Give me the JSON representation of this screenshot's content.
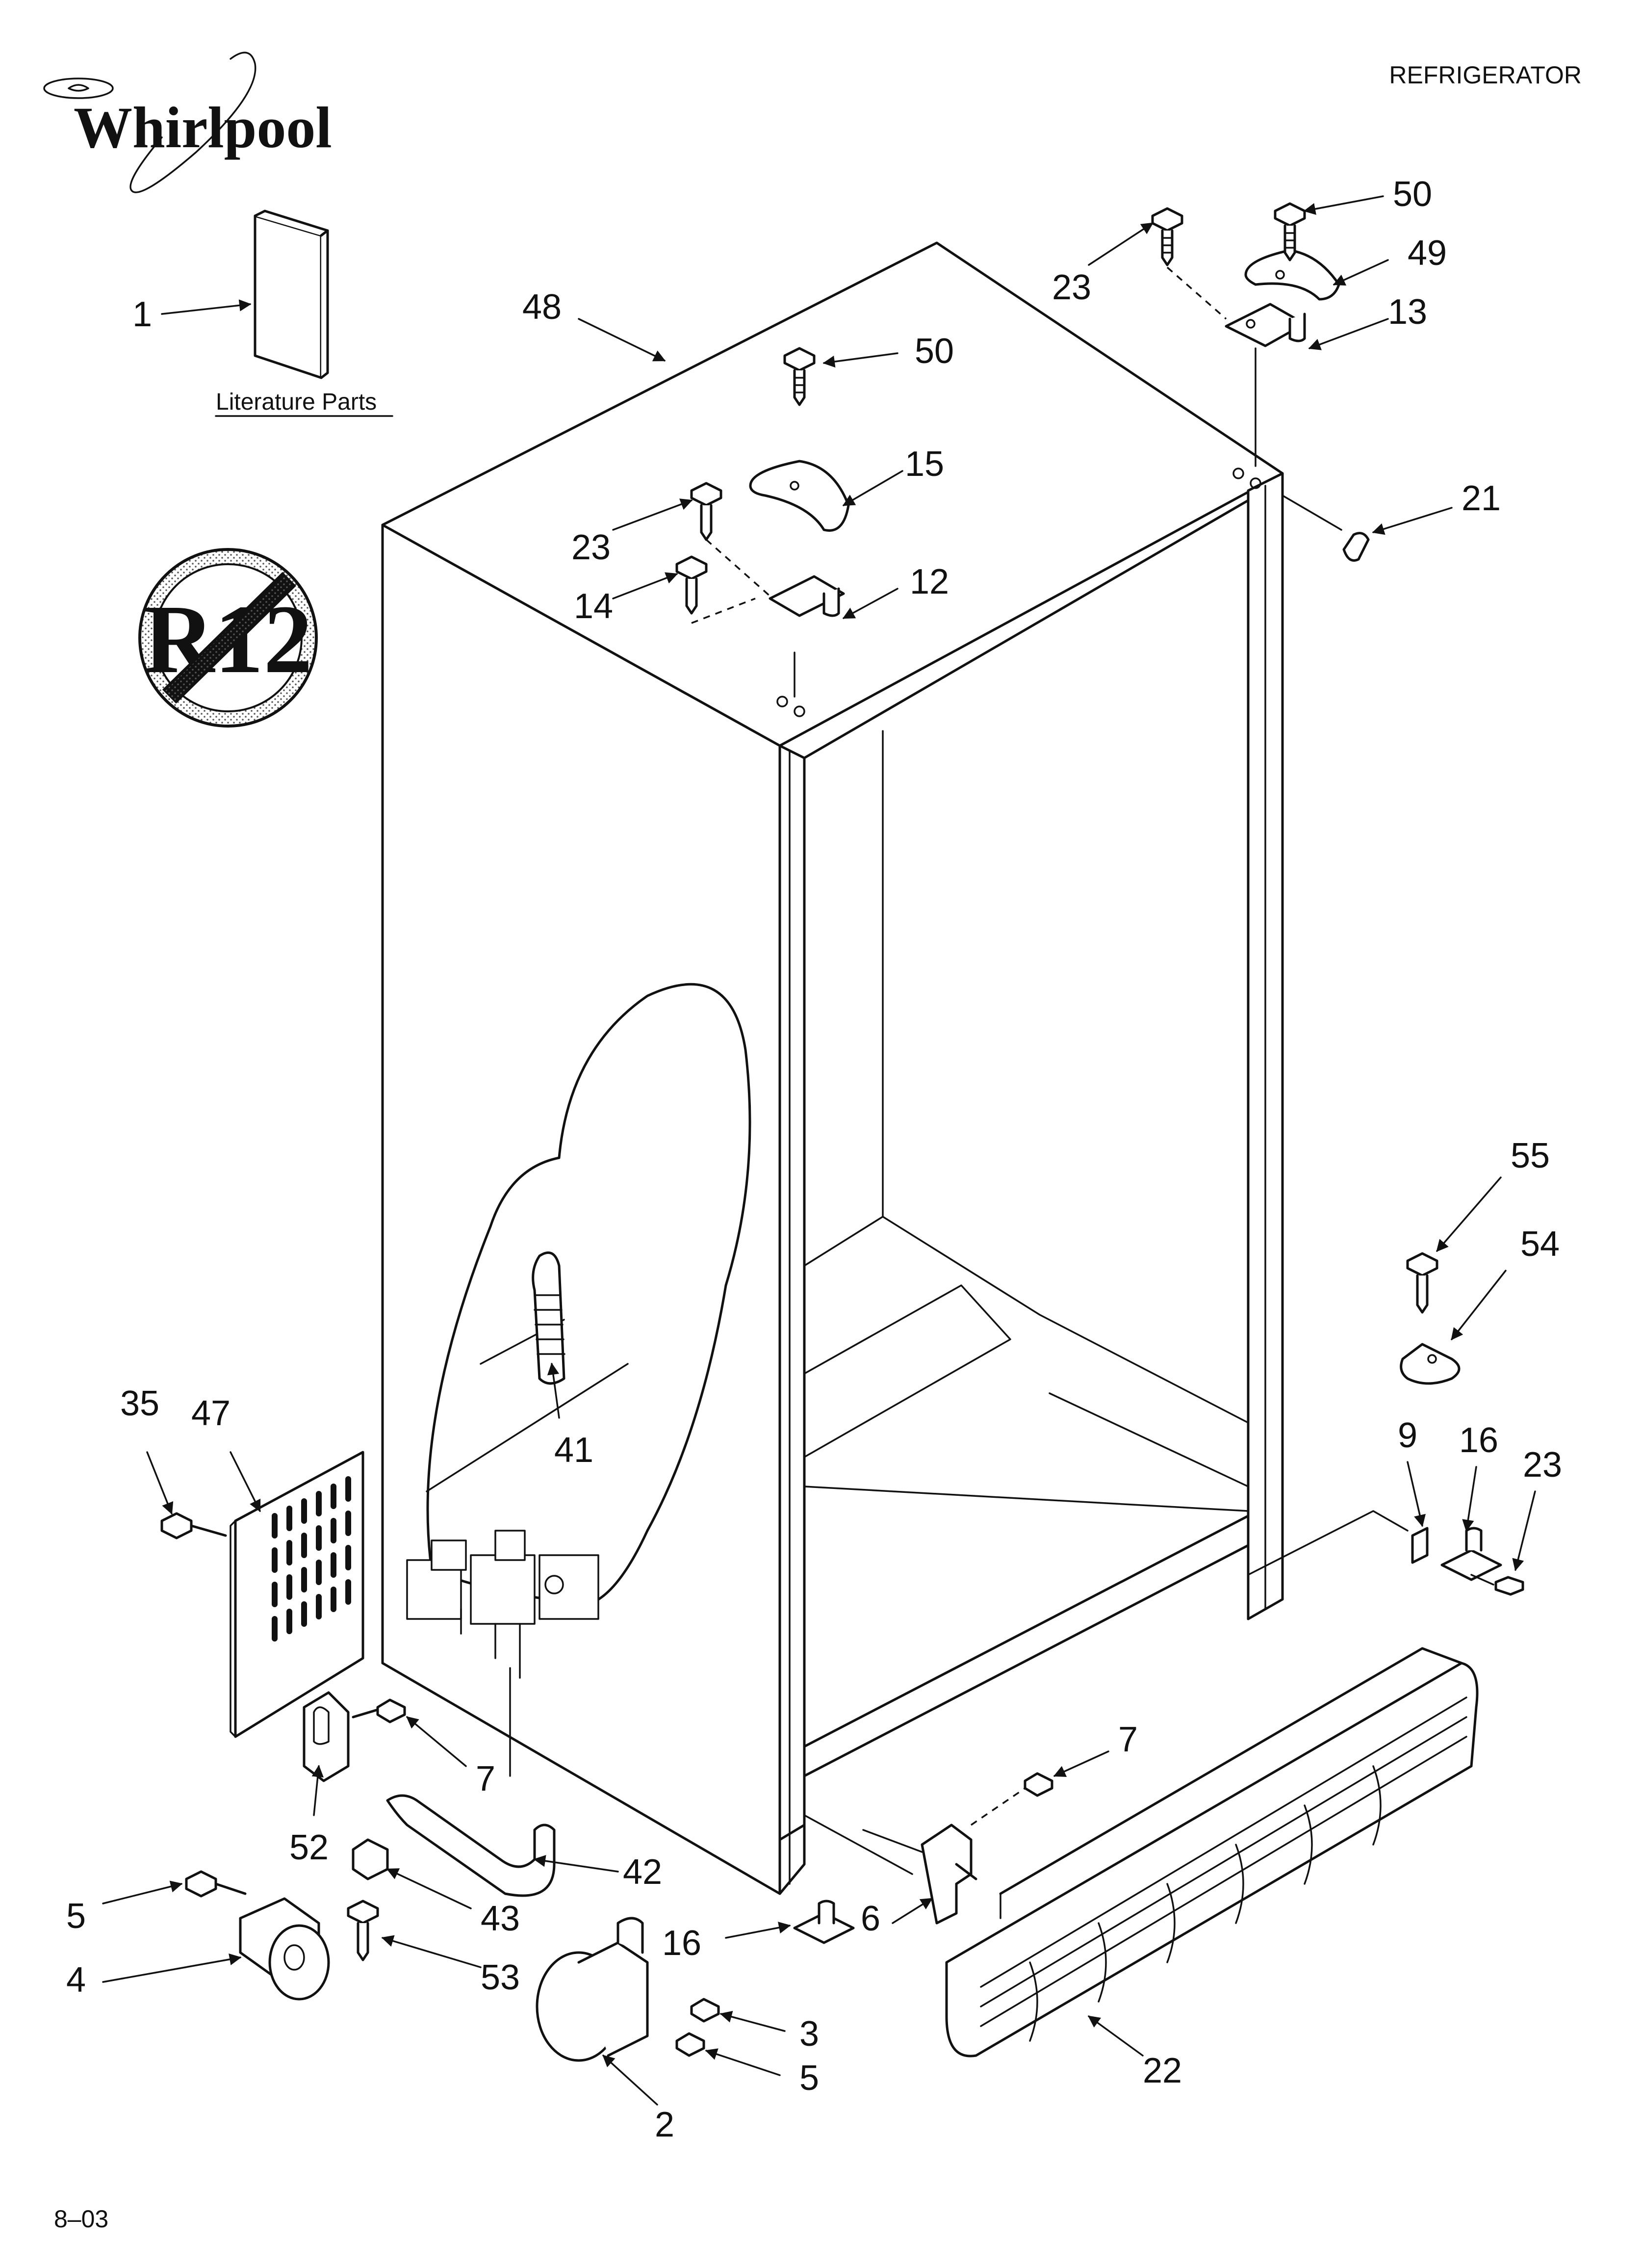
{
  "header": {
    "brand": "Whirlpool",
    "category": "REFRIGERATOR",
    "page_code": "8–03",
    "literature_label": "Literature Parts",
    "r12_mark": "R12"
  },
  "callouts": [
    {
      "id": "c1",
      "text": "1"
    },
    {
      "id": "c48",
      "text": "48"
    },
    {
      "id": "c50a",
      "text": "50"
    },
    {
      "id": "c15",
      "text": "15"
    },
    {
      "id": "c23a",
      "text": "23"
    },
    {
      "id": "c14",
      "text": "14"
    },
    {
      "id": "c12",
      "text": "12"
    },
    {
      "id": "c23b",
      "text": "23"
    },
    {
      "id": "c50b",
      "text": "50"
    },
    {
      "id": "c49",
      "text": "49"
    },
    {
      "id": "c13",
      "text": "13"
    },
    {
      "id": "c21",
      "text": "21"
    },
    {
      "id": "c55",
      "text": "55"
    },
    {
      "id": "c54",
      "text": "54"
    },
    {
      "id": "c9",
      "text": "9"
    },
    {
      "id": "c16a",
      "text": "16"
    },
    {
      "id": "c23c",
      "text": "23"
    },
    {
      "id": "c35",
      "text": "35"
    },
    {
      "id": "c47",
      "text": "47"
    },
    {
      "id": "c41",
      "text": "41"
    },
    {
      "id": "c7a",
      "text": "7"
    },
    {
      "id": "c52",
      "text": "52"
    },
    {
      "id": "c42",
      "text": "42"
    },
    {
      "id": "c43",
      "text": "43"
    },
    {
      "id": "c53",
      "text": "53"
    },
    {
      "id": "c5a",
      "text": "5"
    },
    {
      "id": "c4",
      "text": "4"
    },
    {
      "id": "c16b",
      "text": "16"
    },
    {
      "id": "c6",
      "text": "6"
    },
    {
      "id": "c7b",
      "text": "7"
    },
    {
      "id": "c3",
      "text": "3"
    },
    {
      "id": "c5b",
      "text": "5"
    },
    {
      "id": "c2",
      "text": "2"
    },
    {
      "id": "c22",
      "text": "22"
    }
  ]
}
